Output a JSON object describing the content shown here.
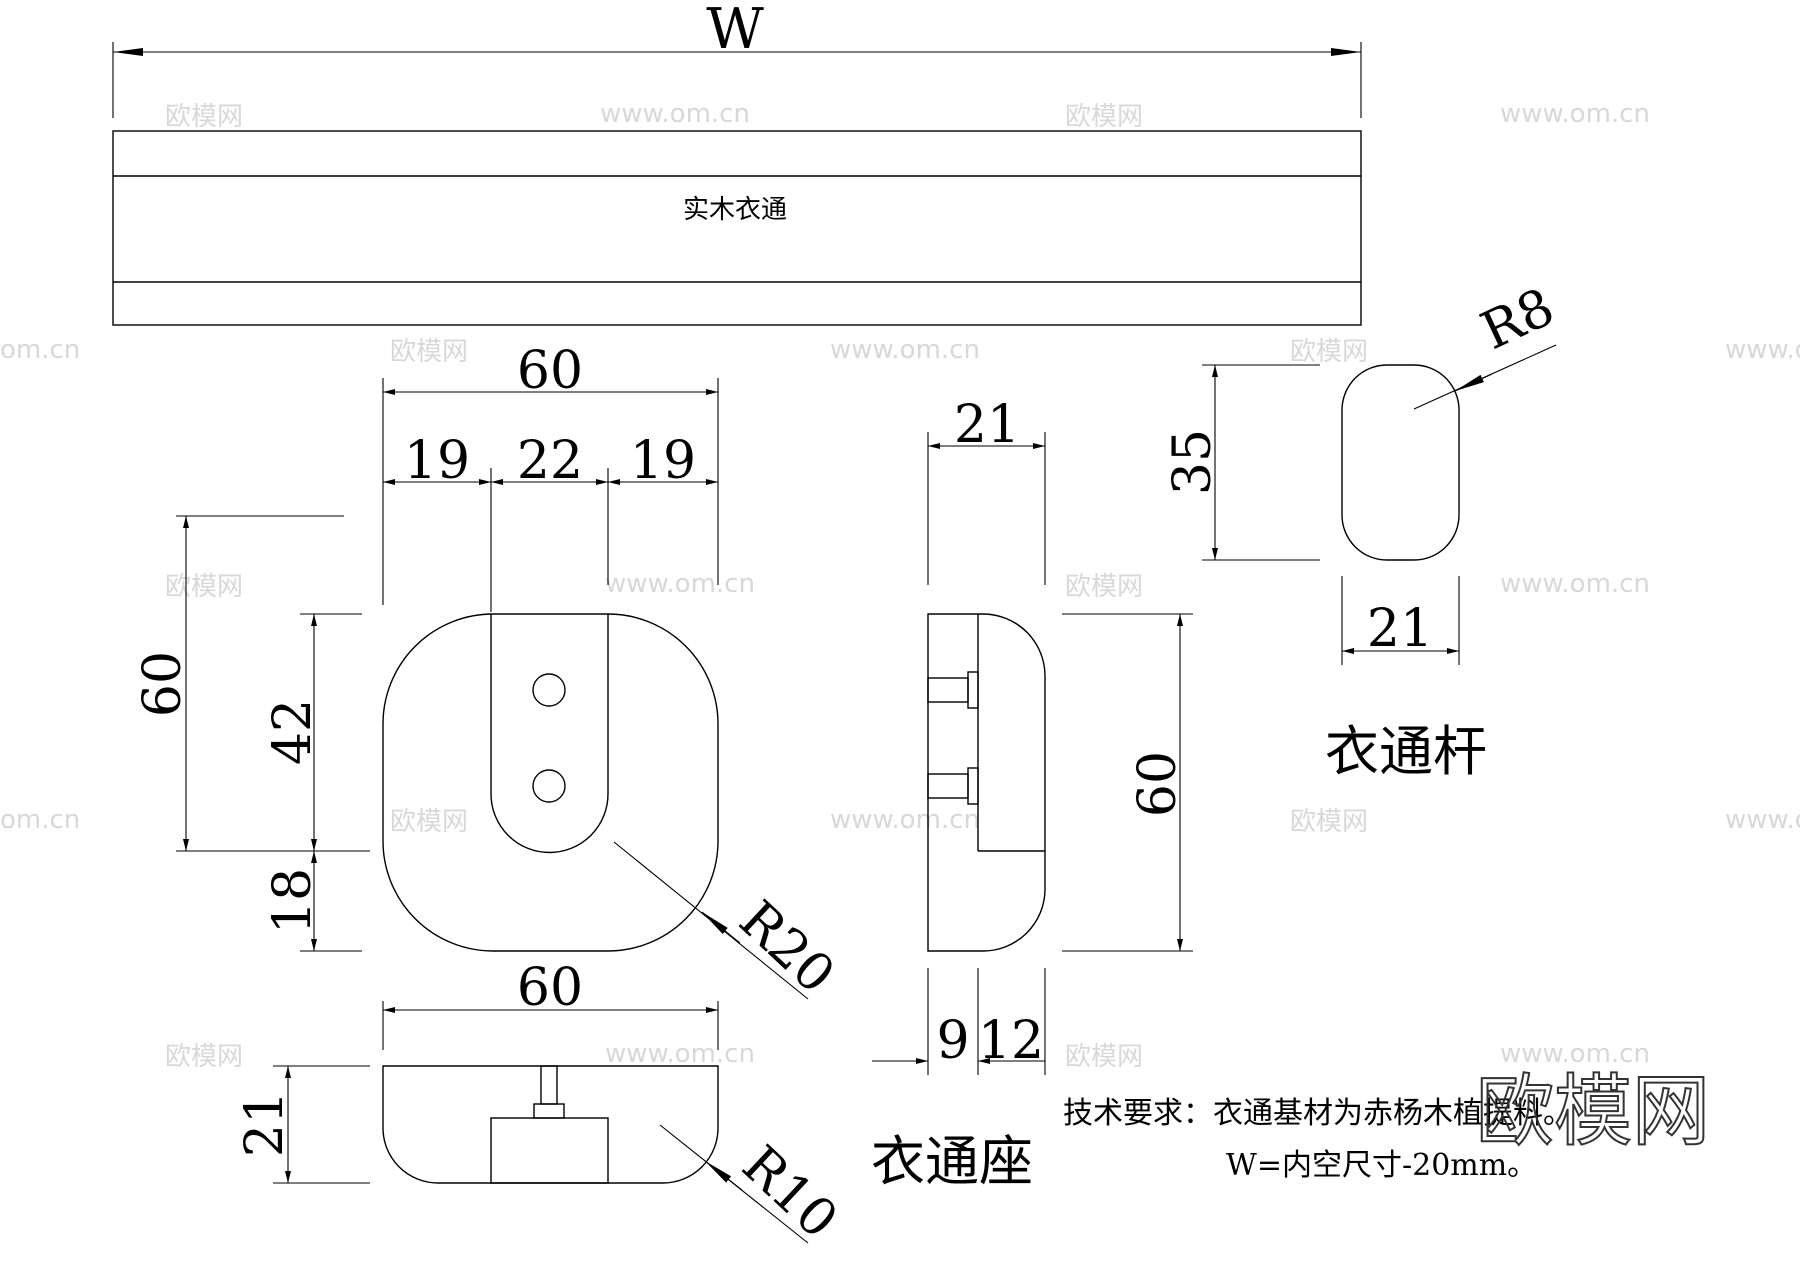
{
  "rail_view": {
    "width_label": "W",
    "center_label": "实木衣通"
  },
  "base_front": {
    "top_total": "60",
    "top_left": "19",
    "top_mid": "22",
    "top_right": "19",
    "left_total": "60",
    "left_upper": "42",
    "left_lower": "18",
    "radius": "R20"
  },
  "base_bottom": {
    "width": "60",
    "height": "21",
    "radius": "R10",
    "title": "衣通座"
  },
  "base_side": {
    "top_width": "21",
    "height": "60",
    "bottom_left": "9",
    "bottom_right": "12"
  },
  "rod_section": {
    "radius": "R8",
    "height": "35",
    "width": "21",
    "title": "衣通杆"
  },
  "notes": {
    "line1": "技术要求：衣通基材为赤杨木植提料。",
    "line2": "W=内空尺寸-20mm。"
  },
  "watermarks": {
    "brand": "欧模网",
    "url": "www.om.cn",
    "url_fragment": "om.cn"
  }
}
